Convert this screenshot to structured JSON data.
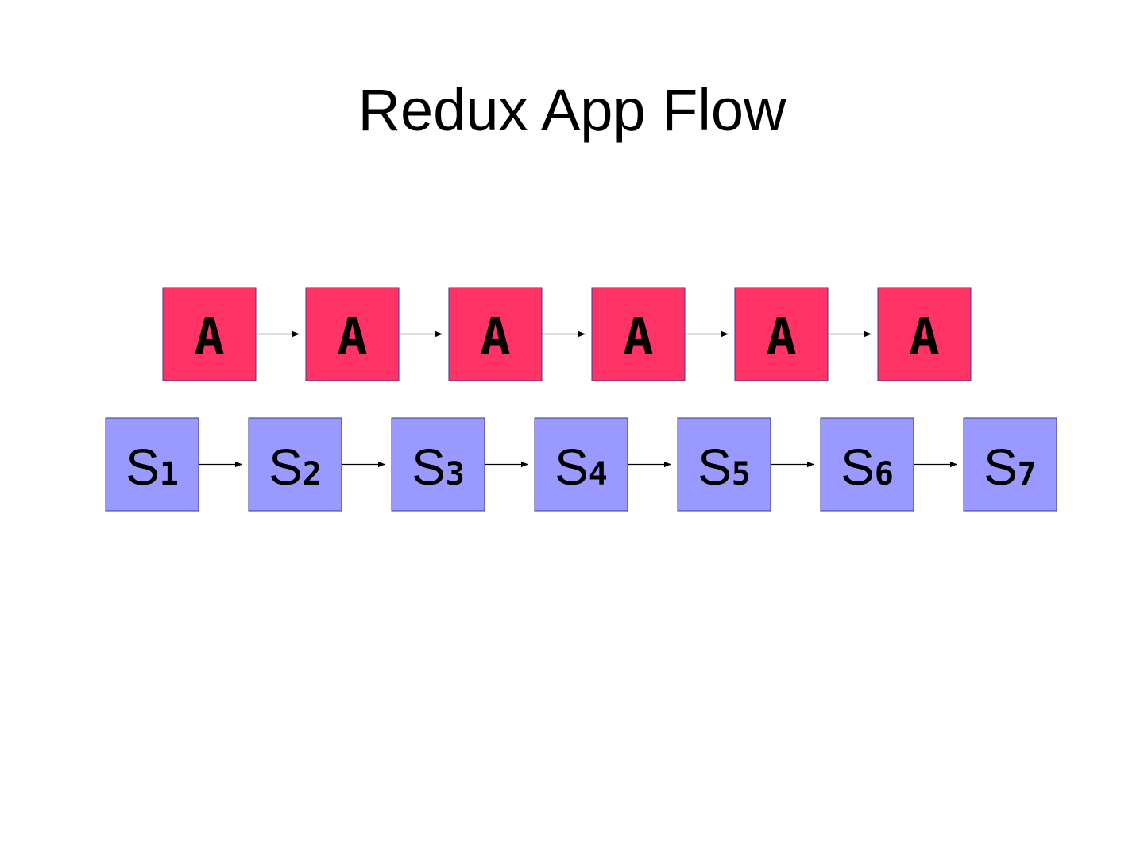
{
  "title": "Redux App Flow",
  "colors": {
    "action_fill": "#ff3366",
    "state_fill": "#9999ff",
    "box_stroke": "#3a3a8c",
    "arrow": "#000000"
  },
  "actions": [
    {
      "label": "A"
    },
    {
      "label": "A"
    },
    {
      "label": "A"
    },
    {
      "label": "A"
    },
    {
      "label": "A"
    },
    {
      "label": "A"
    }
  ],
  "states": [
    {
      "label": "S",
      "sub": "1"
    },
    {
      "label": "S",
      "sub": "2"
    },
    {
      "label": "S",
      "sub": "3"
    },
    {
      "label": "S",
      "sub": "4"
    },
    {
      "label": "S",
      "sub": "5"
    },
    {
      "label": "S",
      "sub": "6"
    },
    {
      "label": "S",
      "sub": "7"
    }
  ]
}
